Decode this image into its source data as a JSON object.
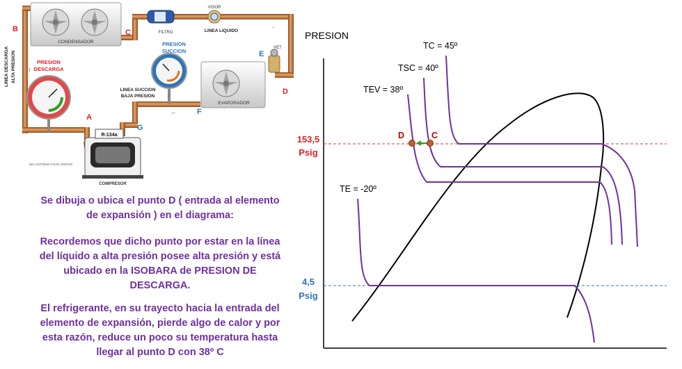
{
  "circuit": {
    "points": {
      "a": "A",
      "b": "B",
      "c": "C",
      "d": "D",
      "e": "E",
      "f": "F",
      "g": "G"
    },
    "components": {
      "condenser": "CONDENSADOR",
      "filter": "FILTRO",
      "sight_glass": "VISOR",
      "liquid_line": "LINEA LIQUIDO",
      "valve": "VET",
      "evaporator": "EVAPORADOR",
      "compressor": "COMPRESOR",
      "refrigerant": "R-134a",
      "discharge_gauge_1": "PRESION",
      "discharge_gauge_2": "DESCARGA",
      "suction_gauge_1": "PRESION",
      "suction_gauge_2": "SUCCION",
      "discharge_line_1": "LINEA DESCARGA",
      "discharge_line_2": "ALTA PRESION",
      "suction_line_1": "LINEA SUCCION",
      "suction_line_2": "BAJA PRESION",
      "author": "ING ANTONIO FAVIO OSPINO"
    }
  },
  "text": {
    "p1": "Se dibuja o ubica el punto D ( entrada al elemento de expansión ) en el diagrama:",
    "p2": "Recordemos que dicho punto por estar en la línea del líquido a alta presión posee alta presión y está ubicado en la ISOBARA de PRESION DE DESCARGA.",
    "p3": "El refrigerante, en su trayecto hacia la entrada del elemento de expansión, pierde algo de calor y por esta razón, reduce un poco su temperatura hasta llegar al punto D con 38º C"
  },
  "chart_data": {
    "type": "diagram",
    "ylabel": "PRESION",
    "isotherm_labels": {
      "tc": "TC = 45º",
      "tsc": "TSC = 40º",
      "tev": "TEV = 38º",
      "te": "TE = -20º"
    },
    "pressure_high": {
      "value": "153,5",
      "unit": "Psig"
    },
    "pressure_low": {
      "value": "4,5",
      "unit": "Psig"
    },
    "points": {
      "d": "D",
      "c": "C"
    },
    "colors": {
      "isotherm": "#7030a0",
      "dome": "#000000",
      "high_line": "#e03030",
      "low_line": "#2e75b6",
      "point": "#c0602a",
      "arrow": "#2ca02c"
    }
  }
}
